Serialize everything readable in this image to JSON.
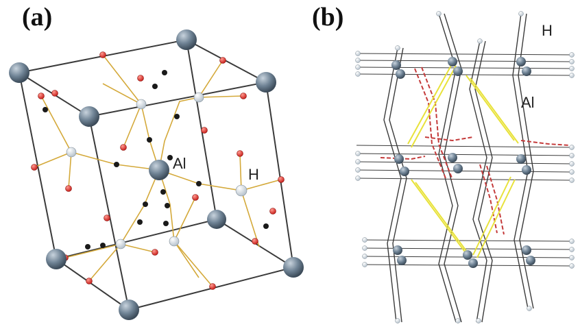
{
  "panels": [
    {
      "label": "(a)",
      "atoms": {
        "al": "Al",
        "h": "H"
      }
    },
    {
      "label": "(b)",
      "atoms": {
        "h": "H",
        "al": "Al"
      }
    }
  ],
  "colors": {
    "al_atom": "#6f8395",
    "h_atom": "#dfe6ec",
    "o_atom": "#d9312b",
    "c_atom": "#1a1a1a",
    "cell_edge": "#3a3a3a",
    "bond_yellow": "#d4a93a",
    "chain_red": "#c43a3a",
    "chain_highlight": "#e8e23a"
  }
}
